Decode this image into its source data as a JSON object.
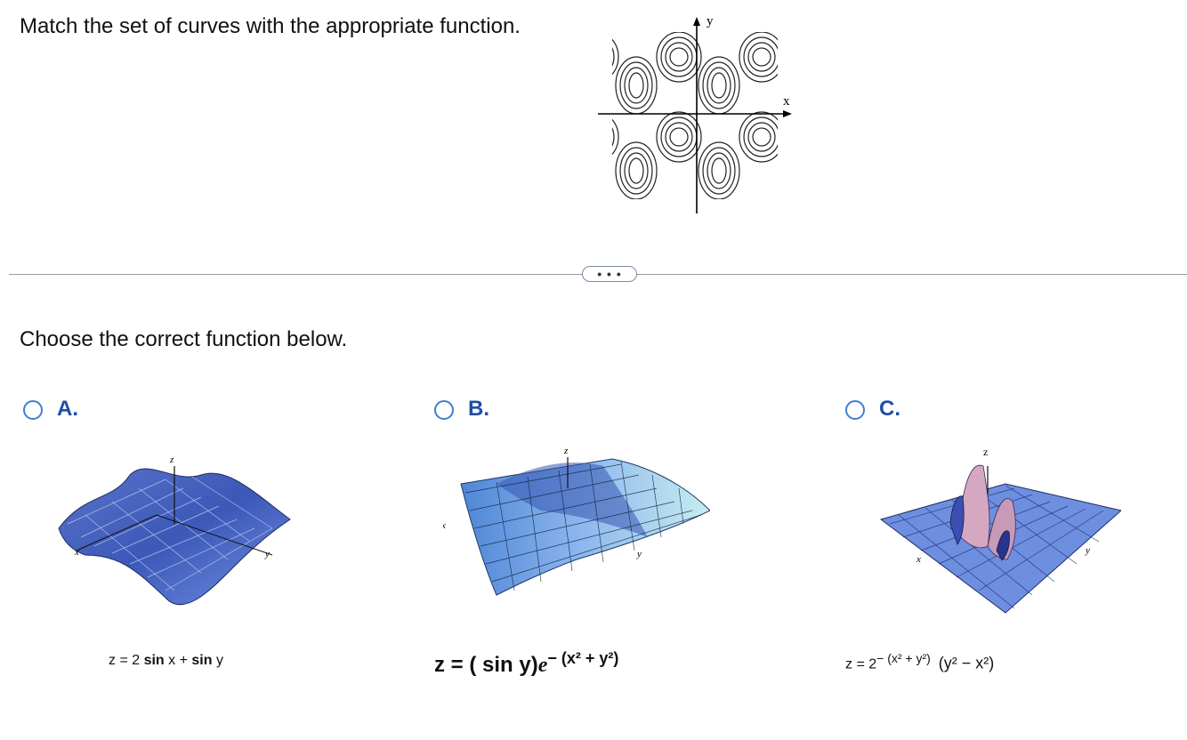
{
  "question": "Match the set of curves with the appropriate function.",
  "contour_figure": {
    "x_label": "x",
    "y_label": "y"
  },
  "expand_button_label": "• • •",
  "prompt": "Choose the correct function below.",
  "options": [
    {
      "letter": "A.",
      "axis_x": "x",
      "axis_y": "y",
      "axis_z": "z",
      "formula": {
        "lhs": "z = 2 ",
        "bold1": "sin",
        "mid": " x + ",
        "bold2": "sin",
        "end": " y"
      }
    },
    {
      "letter": "B.",
      "axis_x": "x",
      "axis_y": "y",
      "axis_z": "z",
      "formula": {
        "main": "z = ( sin y)",
        "e": "e",
        "sup_minus": "−",
        "exp": "(x² + y²)"
      }
    },
    {
      "letter": "C.",
      "axis_x": "x",
      "axis_y": "y",
      "axis_z": "z",
      "formula": {
        "main": "z = 2",
        "sup_minus": "−",
        "exp": "(x² + y²)",
        "tail": "(y² − x²)"
      }
    }
  ],
  "colors": {
    "accent_blue": "#1e4fa3",
    "radio_border": "#3f7fd0",
    "divider": "#9a9a9a"
  }
}
